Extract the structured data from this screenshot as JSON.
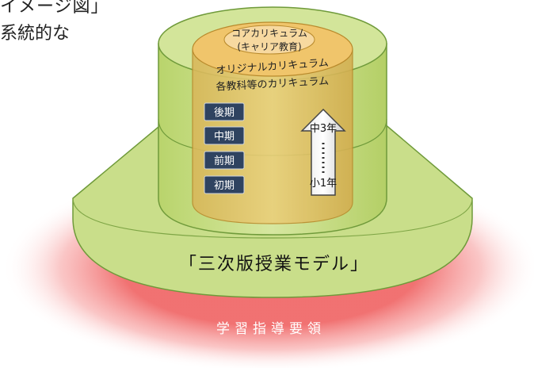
{
  "header": {
    "title_fragment": "イメージ図」",
    "text_fragment": "系統的な"
  },
  "diagram": {
    "core_line1": "コアカリキュラム",
    "core_line2": "(キャリア教育)",
    "original_curriculum": "オリジナルカリキュラム",
    "subject_curriculum": "各教科等のカリキュラム",
    "stages": [
      "後期",
      "中期",
      "前期",
      "初期"
    ],
    "arrow_top": "中3年",
    "arrow_bottom": "小1年",
    "model_label": "「三次版授業モデル」",
    "base_label": "学習指導要領"
  },
  "colors": {
    "outer_red": "#f06a6a",
    "green_fill": "#c9de8a",
    "green_stroke": "#6f9a3a",
    "orange_core": "#f7c266",
    "stage_box": "#2f4360"
  }
}
